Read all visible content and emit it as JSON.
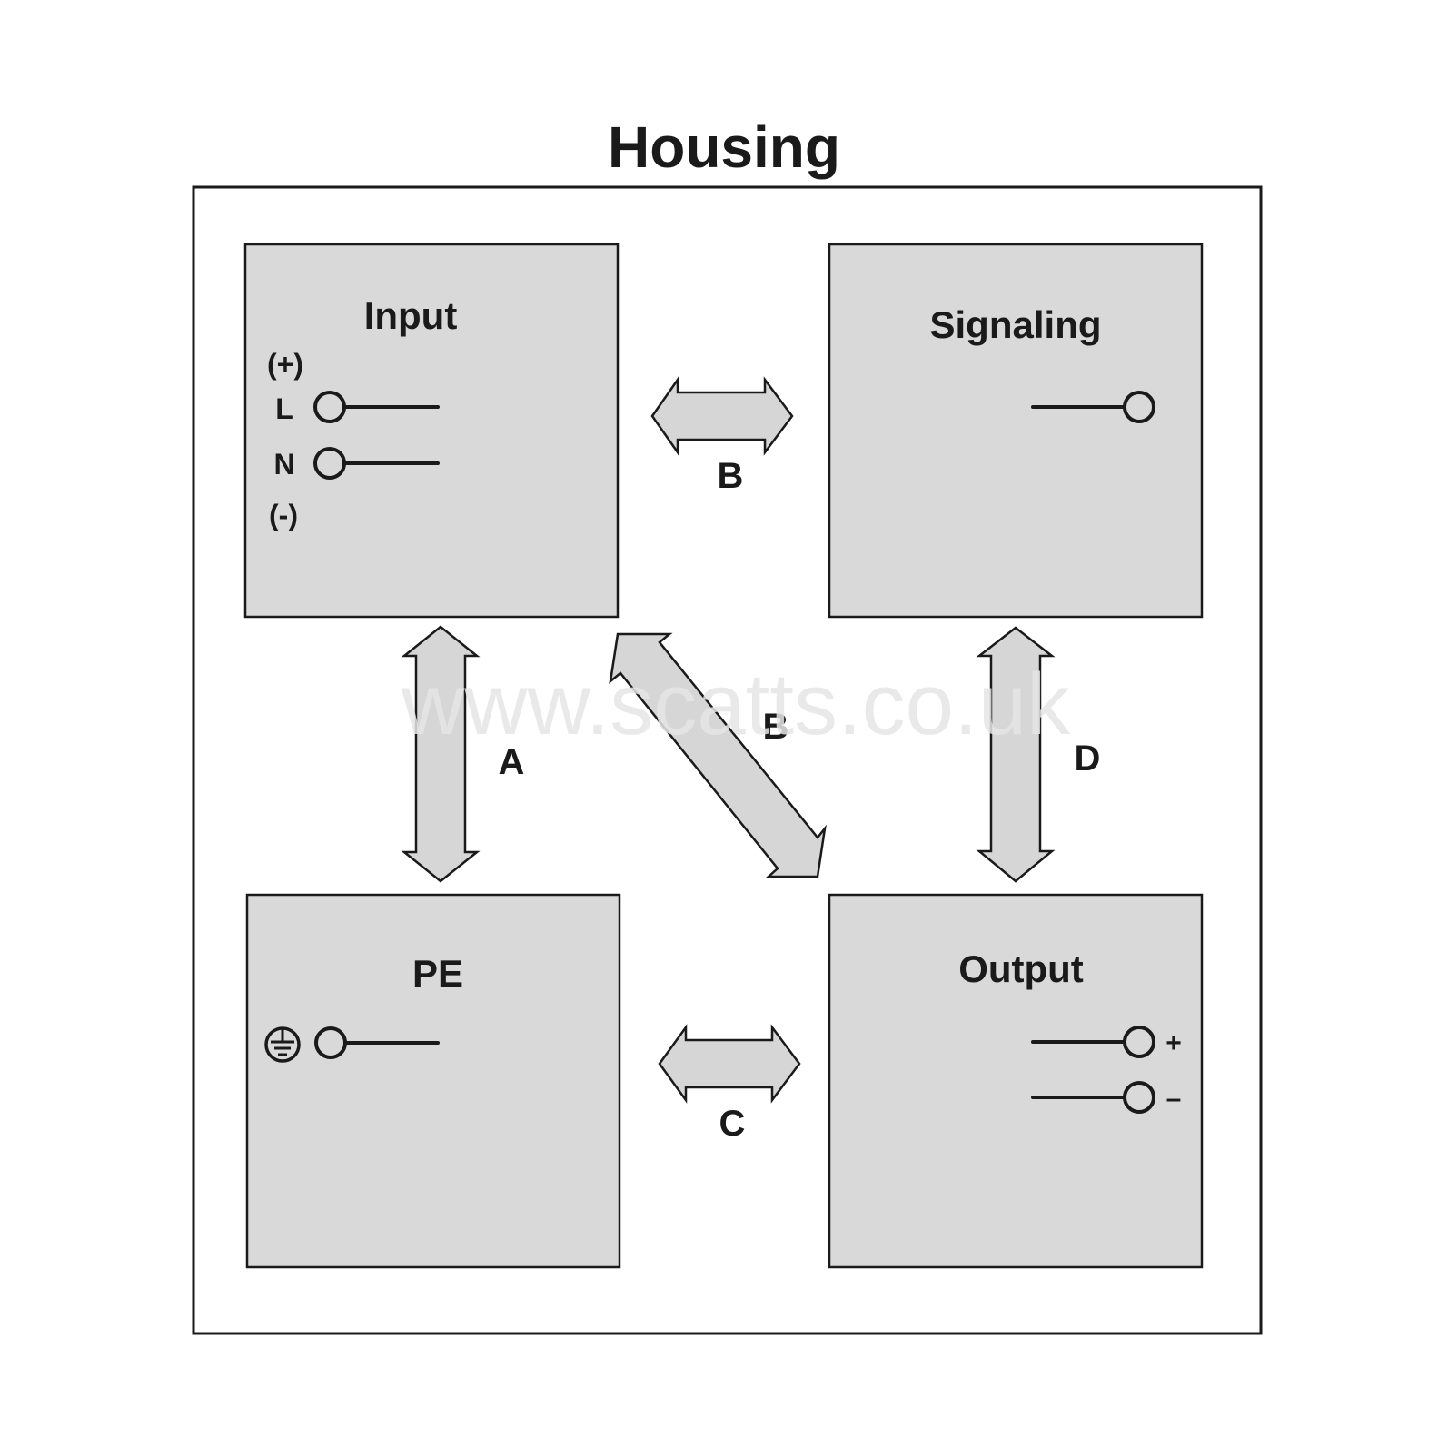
{
  "title": "Housing",
  "colors": {
    "block_fill": "#d9d9d9",
    "arrow_fill": "#d6d6d6",
    "stroke": "#1a1a1a",
    "background": "#ffffff",
    "watermark": "#e6e6e6"
  },
  "blocks": {
    "input": {
      "title": "Input",
      "terminals": [
        {
          "label_top": "(+)",
          "label": "L"
        },
        {
          "label": "N",
          "label_bottom": "(-)"
        }
      ]
    },
    "signaling": {
      "title": "Signaling",
      "terminals": [
        {
          "label": ""
        }
      ]
    },
    "pe": {
      "title": "PE",
      "terminals": [
        {
          "icon": "protective-earth-icon"
        }
      ]
    },
    "output": {
      "title": "Output",
      "terminals": [
        {
          "label": "+"
        },
        {
          "label": "–"
        }
      ]
    }
  },
  "arrows": {
    "input_signaling": "B",
    "input_output": "B",
    "input_pe": "A",
    "pe_output": "C",
    "signaling_output": "D"
  },
  "watermark": "www.scatts.co.uk"
}
